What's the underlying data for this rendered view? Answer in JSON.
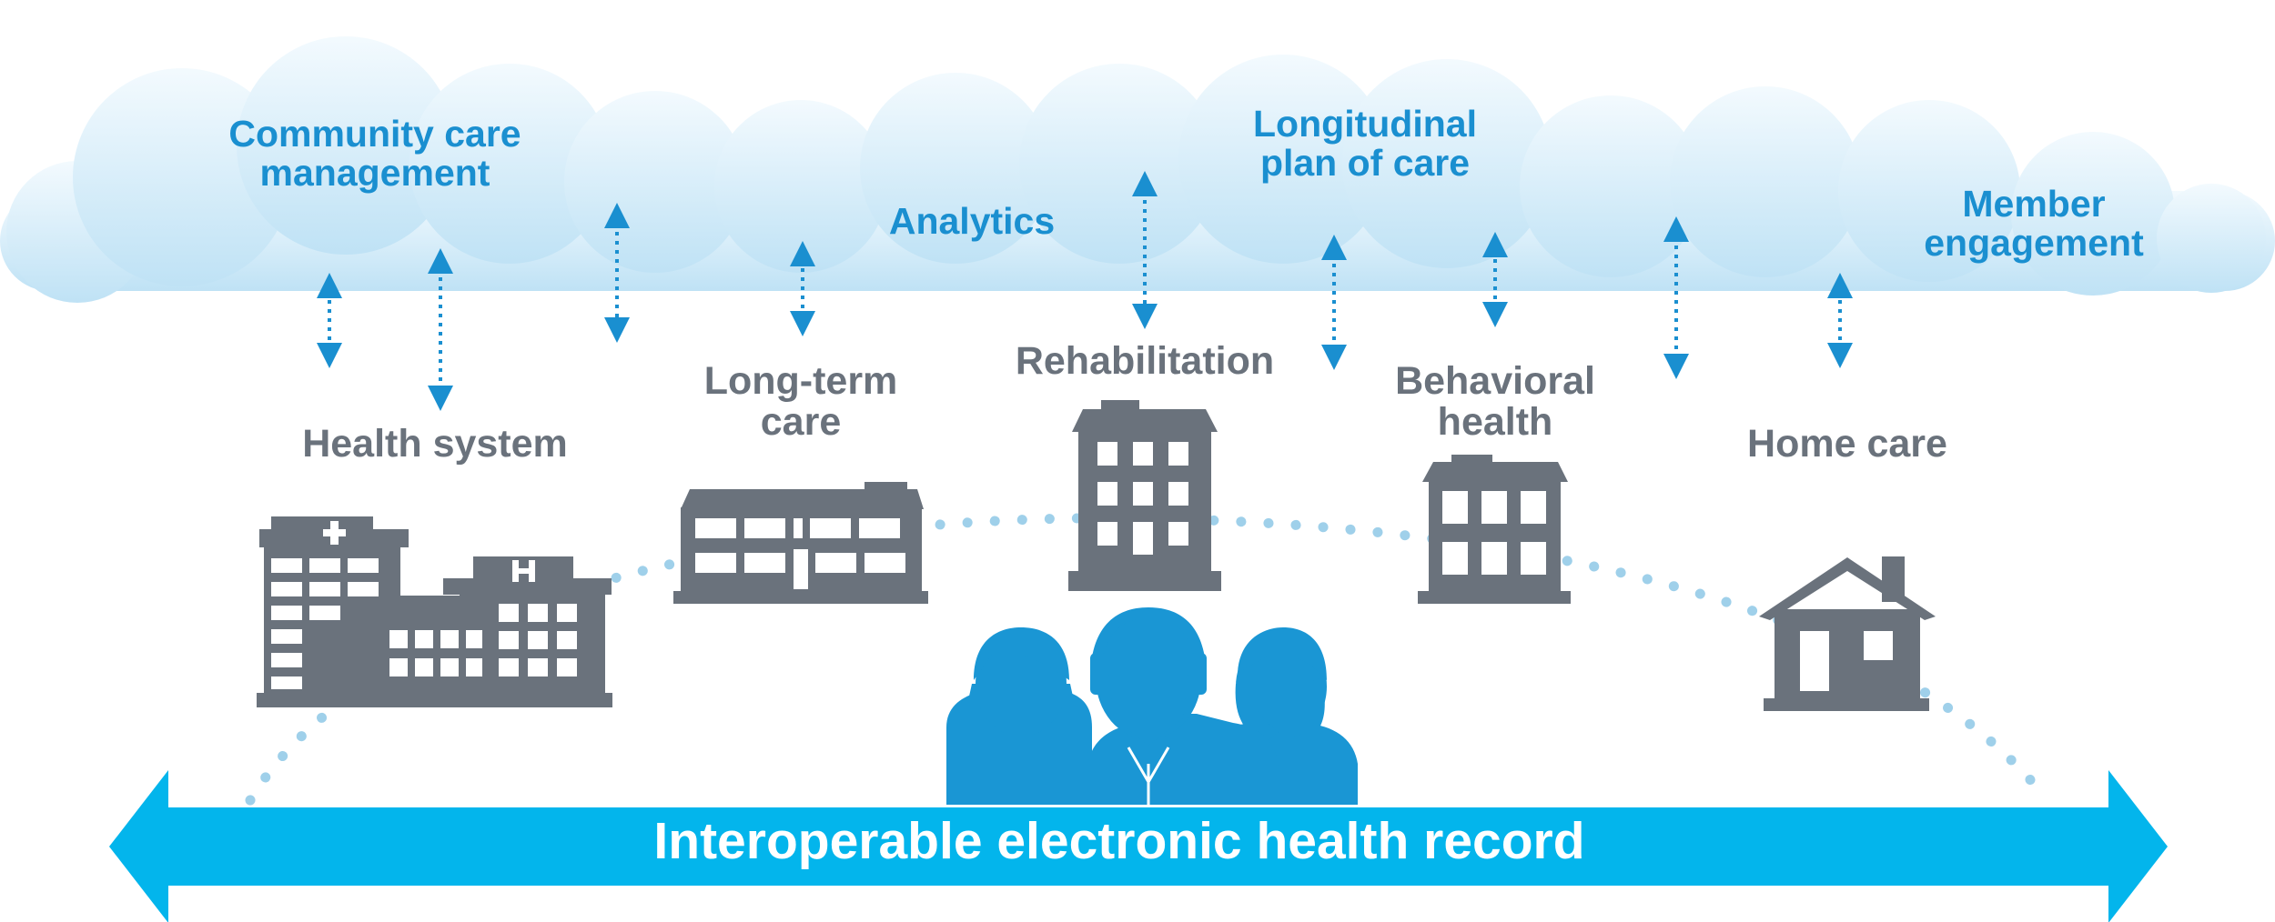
{
  "cloud_services": [
    {
      "id": "community-care-management",
      "lines": [
        "Community care",
        "management"
      ]
    },
    {
      "id": "analytics",
      "lines": [
        "Analytics"
      ]
    },
    {
      "id": "longitudinal-plan-of-care",
      "lines": [
        "Longitudinal",
        "plan of care"
      ]
    },
    {
      "id": "member-engagement",
      "lines": [
        "Member",
        "engagement"
      ]
    }
  ],
  "care_settings": [
    {
      "id": "health-system",
      "lines": [
        "Health system"
      ],
      "icon": "hospital-campus-icon"
    },
    {
      "id": "long-term-care",
      "lines": [
        "Long-term",
        "care"
      ],
      "icon": "long-term-care-building-icon"
    },
    {
      "id": "rehabilitation",
      "lines": [
        "Rehabilitation"
      ],
      "icon": "rehabilitation-building-icon"
    },
    {
      "id": "behavioral-health",
      "lines": [
        "Behavioral",
        "health"
      ],
      "icon": "behavioral-health-building-icon"
    },
    {
      "id": "home-care",
      "lines": [
        "Home care"
      ],
      "icon": "house-icon"
    }
  ],
  "people_icon": "patient-family-icon",
  "ehr_bar": {
    "label": "Interoperable electronic health record",
    "icon": "double-headed-arrow-icon"
  },
  "colors": {
    "cloud_top": "#eef8fd",
    "cloud_bottom": "#c3e4f6",
    "text_blue": "#1a8fd0",
    "building_gray": "#6a727c",
    "people_blue": "#1a96d4",
    "bar_cyan": "#03b5ec",
    "dots": "#9fd0ea",
    "arrow_blue": "#1a8fd0"
  }
}
